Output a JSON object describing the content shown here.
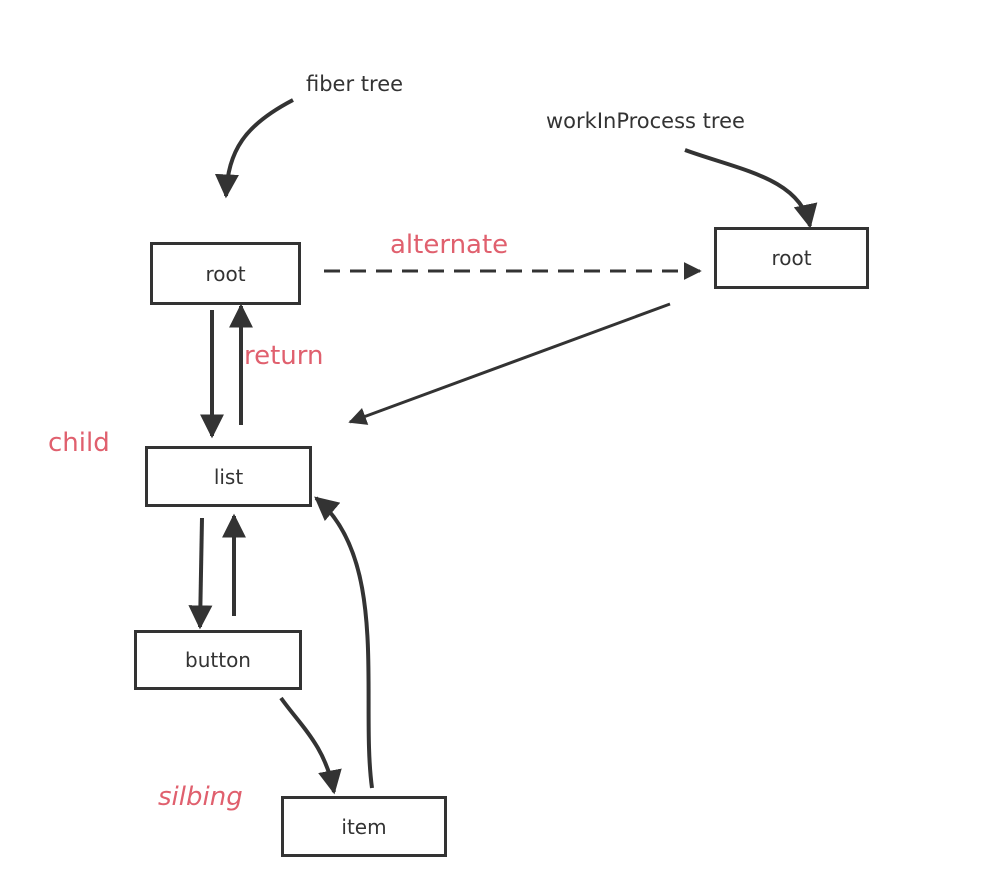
{
  "colors": {
    "stroke": "#333333",
    "label": "#e0606e",
    "text": "#333333",
    "background": "#ffffff"
  },
  "annotations": {
    "fiber_tree": "fiber tree",
    "work_in_process_tree": "workInProcess tree"
  },
  "nodes": {
    "fiber_root": "root",
    "wip_root": "root",
    "list": "list",
    "button": "button",
    "item": "item"
  },
  "edge_labels": {
    "alternate": "alternate",
    "return": "return",
    "child": "child",
    "sibling": "silbing"
  }
}
